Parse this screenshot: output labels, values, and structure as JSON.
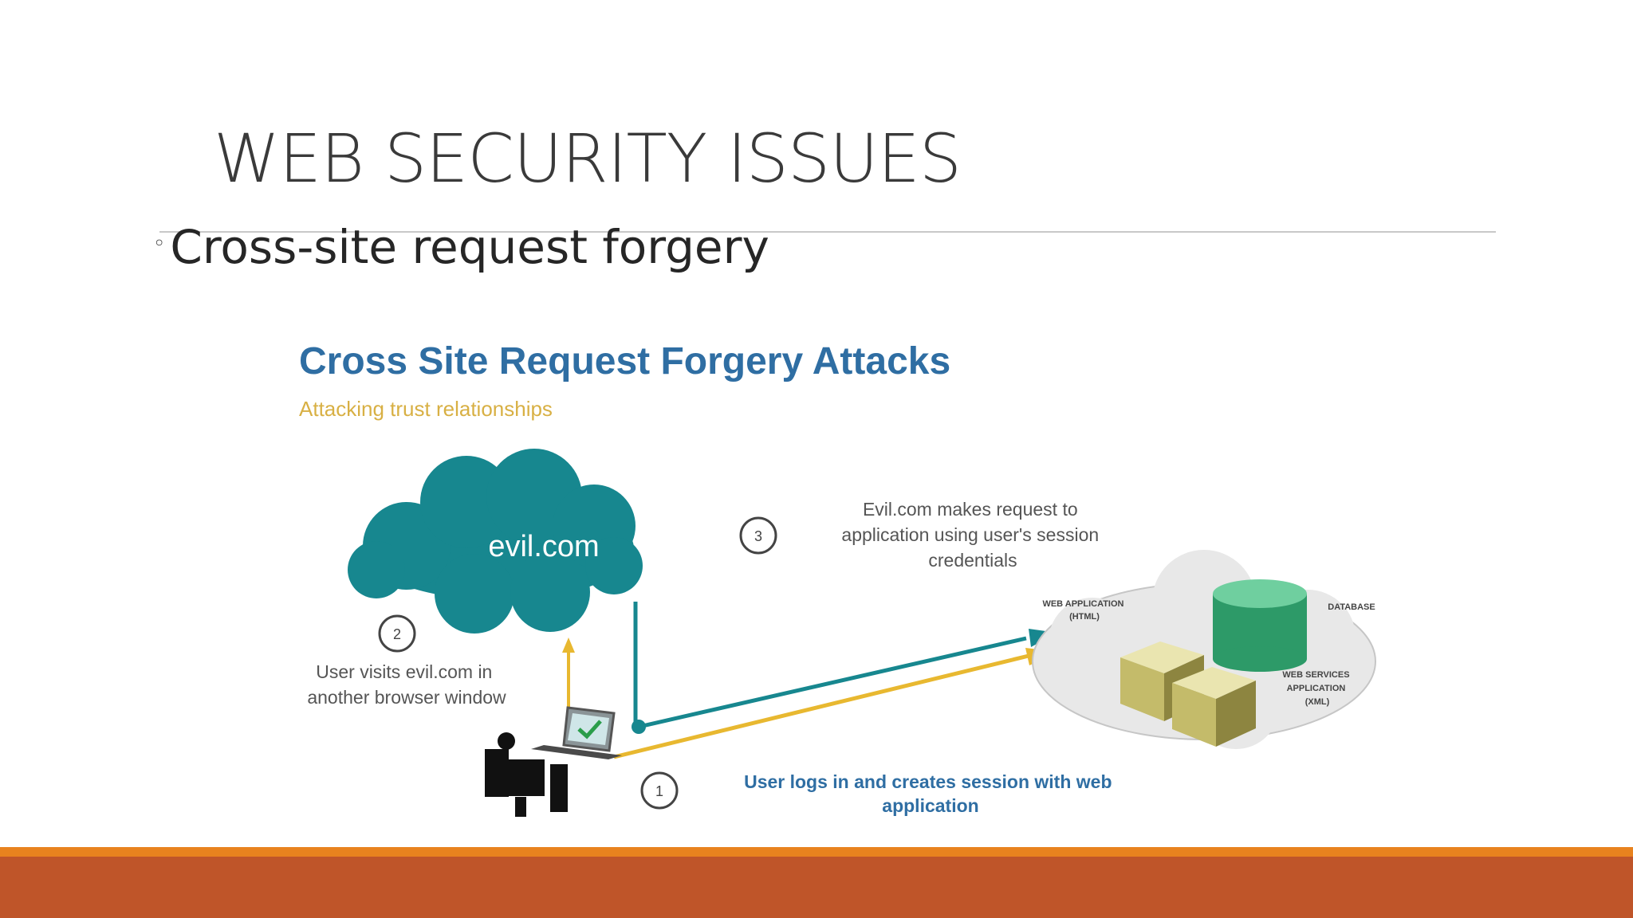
{
  "slide": {
    "title": "WEB SECURITY ISSUES",
    "bullet": "Cross-site request forgery"
  },
  "diagram": {
    "title": "Cross Site Request Forgery Attacks",
    "subtitle": "Attacking trust relationships",
    "cloud_label": "evil.com",
    "steps": [
      {
        "number": "1",
        "text": [
          "User logs in and creates session with web",
          "application"
        ]
      },
      {
        "number": "2",
        "text": [
          "User visits evil.com in",
          "another browser window"
        ]
      },
      {
        "number": "3",
        "text": [
          "Evil.com makes request to",
          "application using user's session",
          "credentials"
        ]
      }
    ],
    "server_labels": {
      "web_app": [
        "WEB APPLICATION",
        "(HTML)"
      ],
      "database": "DATABASE",
      "web_services": [
        "WEB SERVICES",
        "APPLICATION",
        "(XML)"
      ]
    }
  },
  "colors": {
    "title_blue": "#2f6ea3",
    "subtitle_gold": "#d8b044",
    "teal": "#17878f",
    "gold_arrow": "#e8b830",
    "footer_orange": "#e8821e",
    "footer_rust": "#bf5529"
  }
}
